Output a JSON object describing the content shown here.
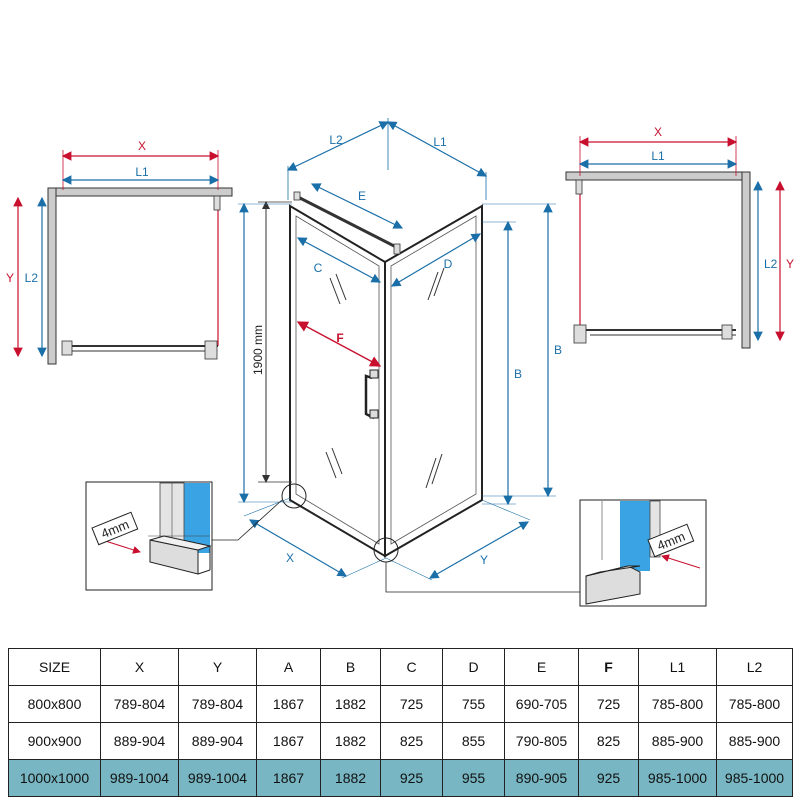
{
  "labels": {
    "x": "X",
    "y": "Y",
    "l1": "L1",
    "l2": "L2",
    "b": "B",
    "c": "C",
    "d": "D",
    "e": "E",
    "f": "F",
    "height": "1900 mm",
    "gap": "4mm"
  },
  "colors": {
    "red": "#c8102e",
    "blue": "#1a6fa8",
    "glass": "#3aa3e3",
    "highlight": "#77b6c2"
  },
  "table": {
    "headers": [
      "SIZE",
      "X",
      "Y",
      "A",
      "B",
      "C",
      "D",
      "E",
      "F",
      "L1",
      "L2"
    ],
    "rows": [
      [
        "800x800",
        "789-804",
        "789-804",
        "1867",
        "1882",
        "725",
        "755",
        "690-705",
        "725",
        "785-800",
        "785-800"
      ],
      [
        "900x900",
        "889-904",
        "889-904",
        "1867",
        "1882",
        "825",
        "855",
        "790-805",
        "825",
        "885-900",
        "885-900"
      ],
      [
        "1000x1000",
        "989-1004",
        "989-1004",
        "1867",
        "1882",
        "925",
        "955",
        "890-905",
        "925",
        "985-1000",
        "985-1000"
      ]
    ],
    "highlight_row": 2
  }
}
